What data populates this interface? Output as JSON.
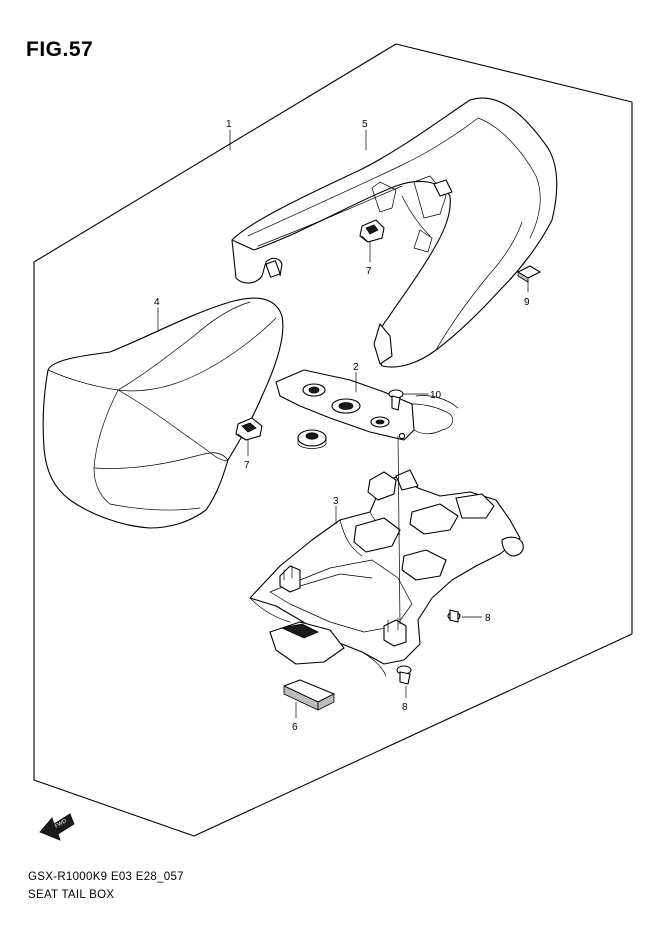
{
  "figure": {
    "title": "FIG.57"
  },
  "footer": {
    "code": "GSX-R1000K9 E03 E28_057",
    "name": "SEAT TAIL BOX"
  },
  "fwd_symbol": {
    "text": "FWD",
    "icon": "fwd-arrow-icon"
  },
  "callouts": [
    {
      "id": "c1",
      "label": "1"
    },
    {
      "id": "c2",
      "label": "2"
    },
    {
      "id": "c3",
      "label": "3"
    },
    {
      "id": "c4",
      "label": "4"
    },
    {
      "id": "c5",
      "label": "5"
    },
    {
      "id": "c6",
      "label": "6"
    },
    {
      "id": "c7a",
      "label": "7"
    },
    {
      "id": "c7b",
      "label": "7"
    },
    {
      "id": "c8a",
      "label": "8"
    },
    {
      "id": "c8b",
      "label": "8"
    },
    {
      "id": "c9",
      "label": "9"
    },
    {
      "id": "c10",
      "label": "10"
    }
  ]
}
